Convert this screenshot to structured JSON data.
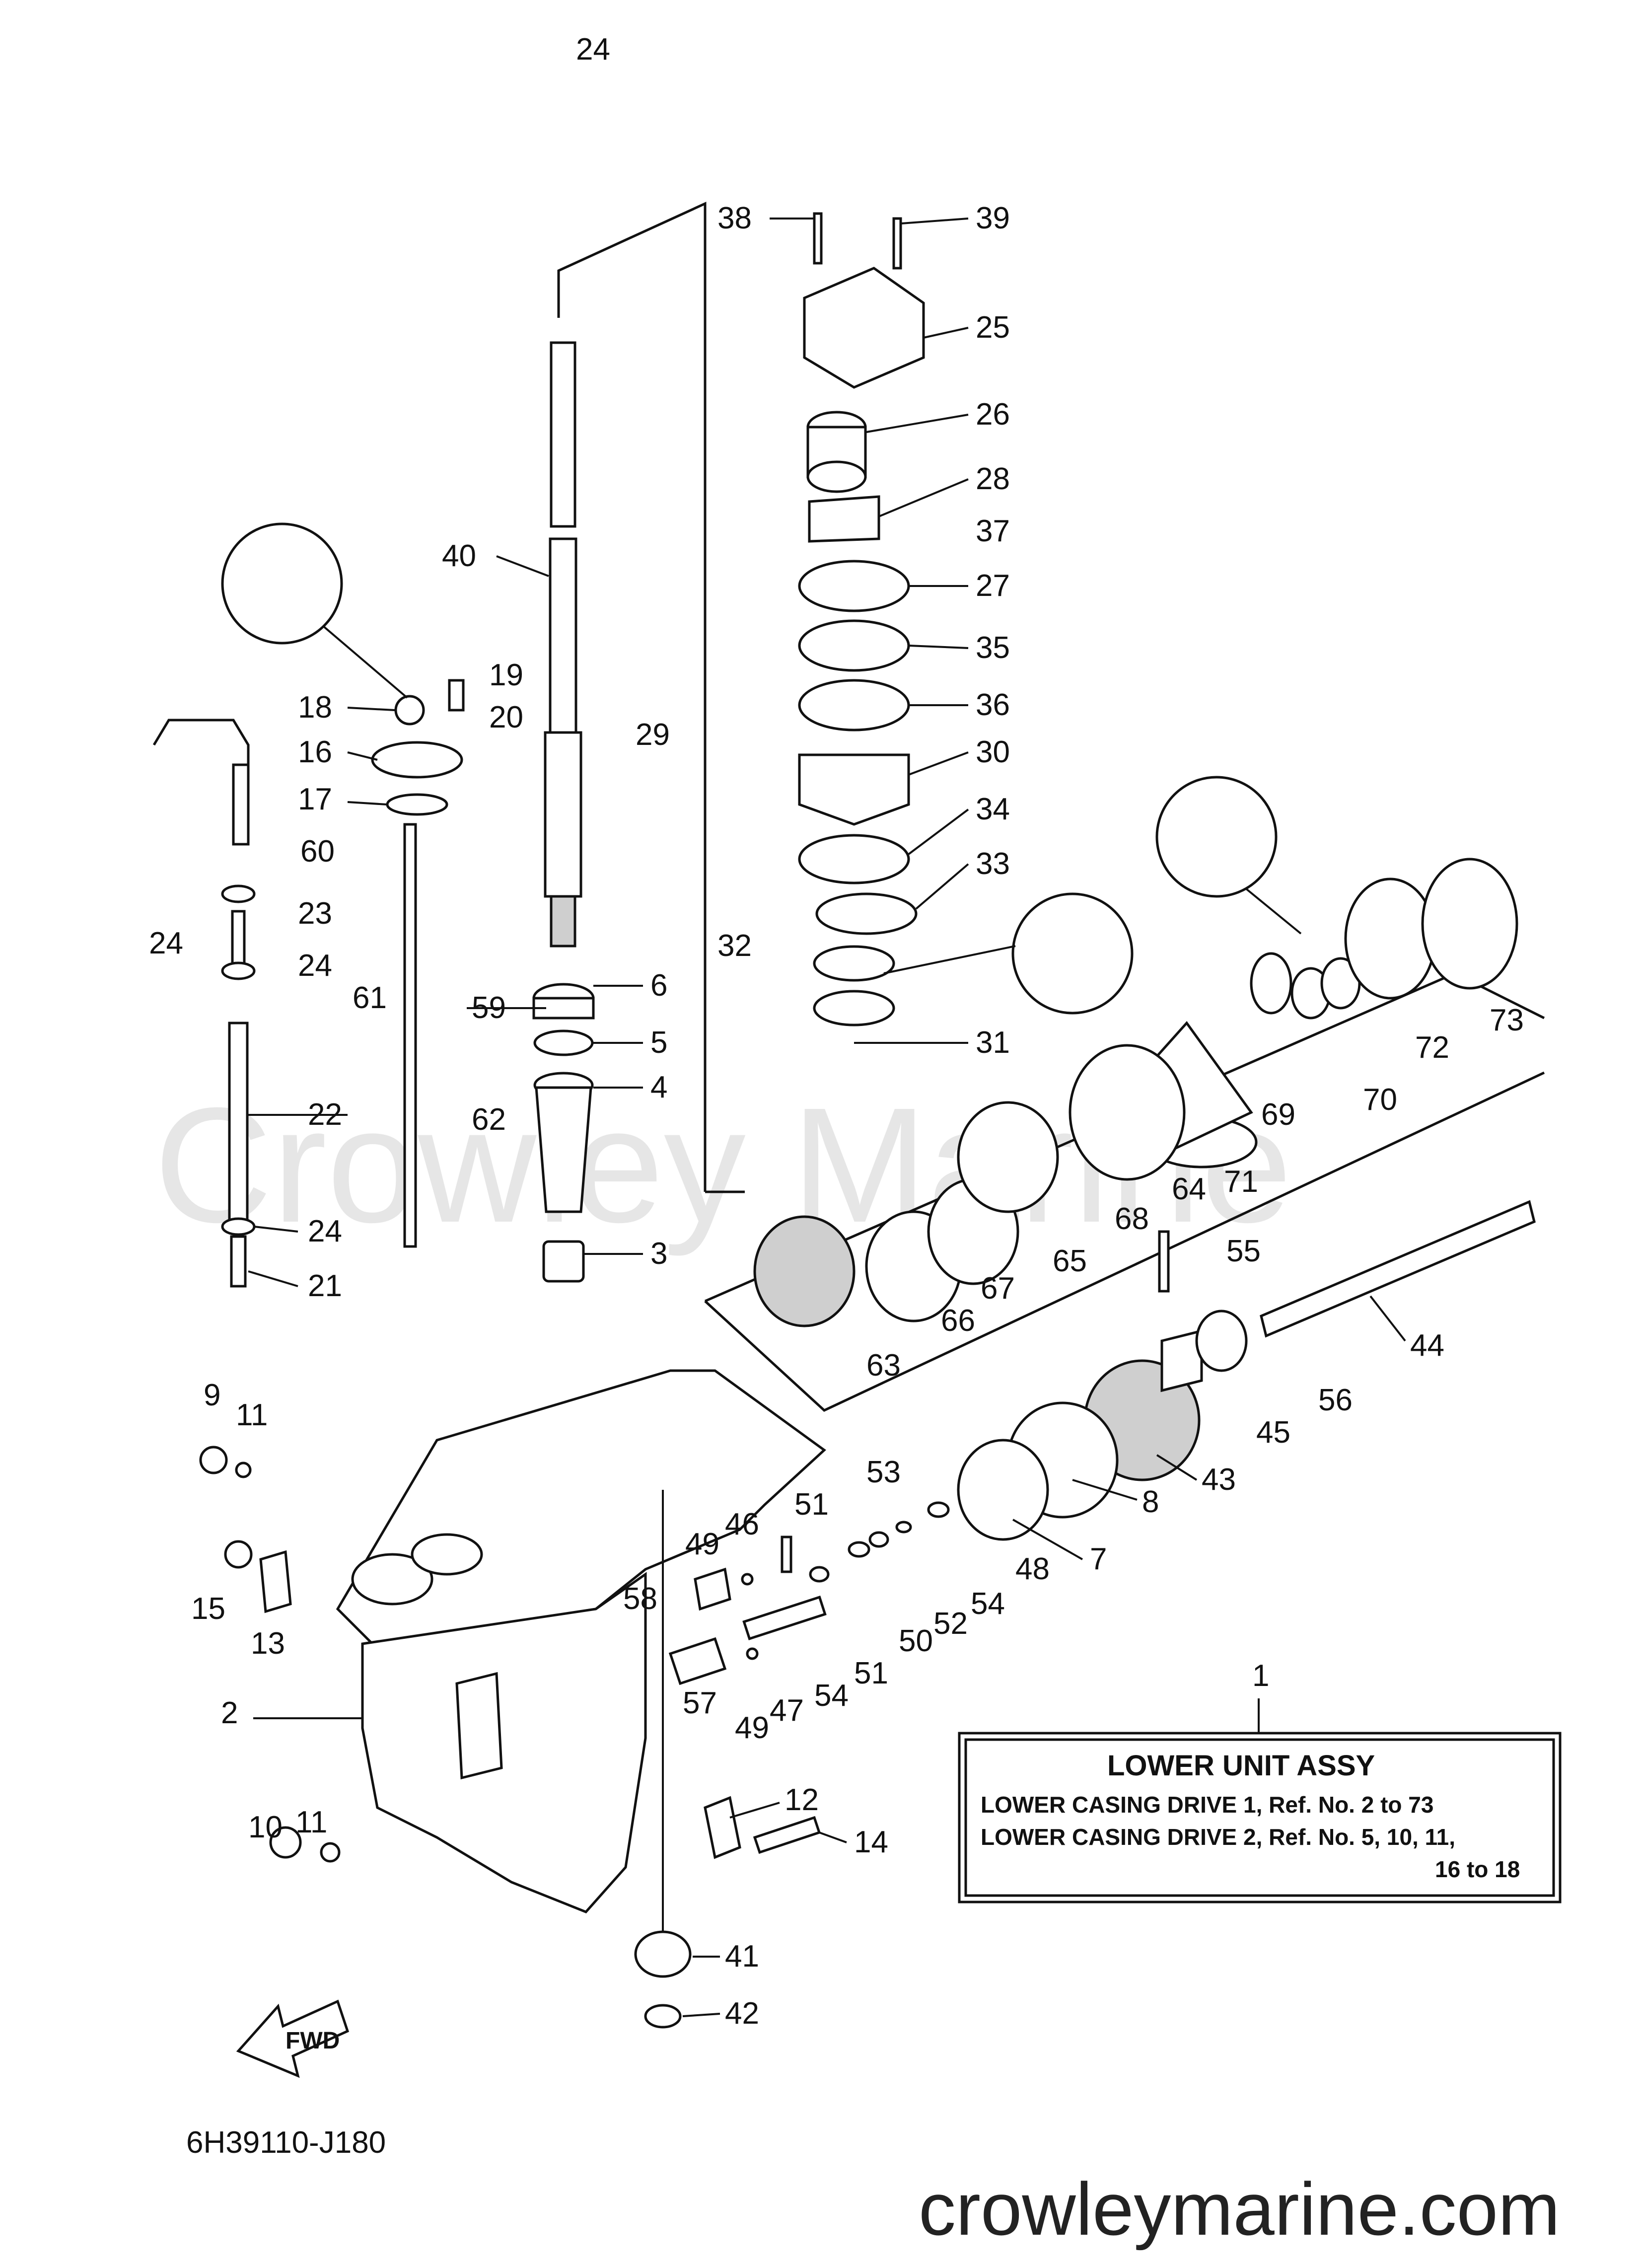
{
  "watermark": "Crowley Marine",
  "site": "crowleymarine.com",
  "diagram_code": "6H39110-J180",
  "fwd_label": "FWD",
  "legend": {
    "callout": "1",
    "title": "LOWER UNIT ASSY",
    "line1": "LOWER CASING DRIVE 1,  Ref. No. 2 to 73",
    "line2": "LOWER CASING DRIVE 2,  Ref. No. 5, 10, 11,",
    "line3": "16  to  18"
  },
  "callouts": [
    "2",
    "3",
    "4",
    "5",
    "6",
    "7",
    "8",
    "9",
    "10",
    "11",
    "11",
    "12",
    "13",
    "14",
    "15",
    "16",
    "17",
    "18",
    "19",
    "20",
    "21",
    "22",
    "23",
    "24",
    "24",
    "24",
    "24",
    "25",
    "26",
    "27",
    "28",
    "29",
    "30",
    "31",
    "32",
    "33",
    "34",
    "35",
    "36",
    "37",
    "38",
    "39",
    "40",
    "41",
    "42",
    "43",
    "44",
    "45",
    "46",
    "47",
    "48",
    "49",
    "49",
    "50",
    "51",
    "51",
    "52",
    "53",
    "54",
    "54",
    "55",
    "56",
    "57",
    "58",
    "59",
    "60",
    "61",
    "62",
    "63",
    "64",
    "65",
    "66",
    "67",
    "68",
    "69",
    "70",
    "71",
    "72",
    "73"
  ]
}
